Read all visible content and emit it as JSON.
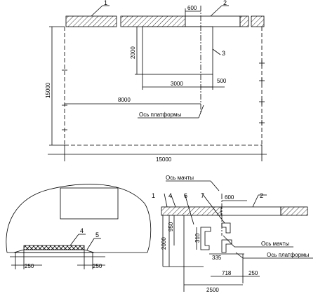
{
  "plan": {
    "callouts": {
      "c1": "1",
      "c2": "2",
      "c3": "3"
    },
    "dims": {
      "d600": "600",
      "d2000": "2000",
      "d3000": "3000",
      "d500": "500",
      "d8000": "8000",
      "d15000_v": "15000",
      "d15000_h": "15000"
    },
    "platform_axis_label": "Ось платформы"
  },
  "tunnel": {
    "callouts": {
      "c4": "4",
      "c5": "5"
    },
    "dims": {
      "d250_left": "250",
      "d250_right": "250"
    }
  },
  "section": {
    "callouts": {
      "c1": "1",
      "c4": "4",
      "c6": "6",
      "c7": "7",
      "c2": "2"
    },
    "mast_axis_label_top": "Ось мачты",
    "mast_axis_label_right": "Ось мачты",
    "platform_axis_label": "Ось платформы",
    "dims": {
      "d600": "600",
      "d950": "950",
      "d2000": "2000",
      "d310": "310",
      "d335": "335",
      "d718": "718",
      "d250": "250",
      "d2500": "2500"
    }
  },
  "colors": {
    "line": "#000000",
    "background": "#ffffff"
  }
}
